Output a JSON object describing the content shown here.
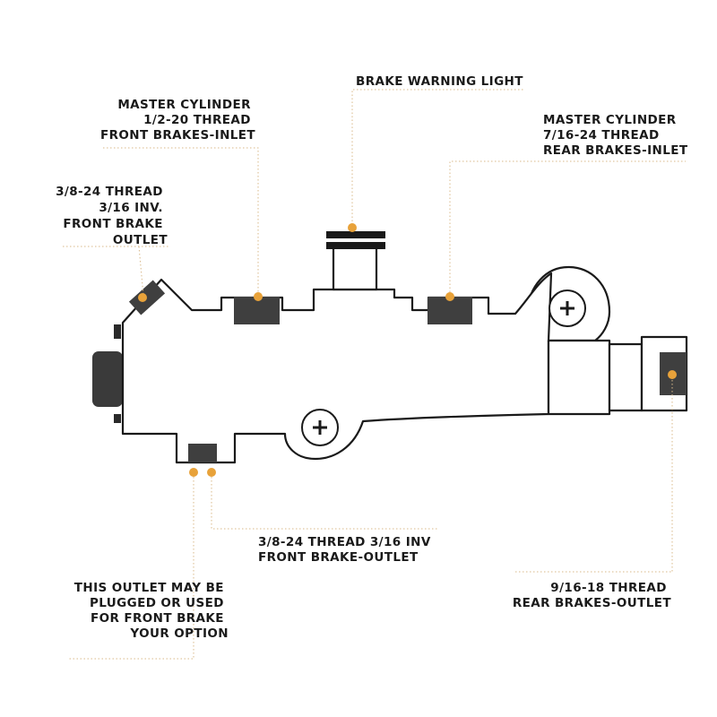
{
  "labels": {
    "brake_warning_light": [
      "BRAKE WARNING LIGHT"
    ],
    "master_front": [
      "MASTER CYLINDER",
      "1/2-20 THREAD",
      "FRONT BRAKES-INLET"
    ],
    "master_rear": [
      "MASTER CYLINDER",
      "7/16-24 THREAD",
      "REAR BRAKES-INLET"
    ],
    "front_brake_outlet_left": [
      "3/8-24 THREAD",
      "3/16 INV.",
      "FRONT BRAKE",
      "OUTLET"
    ],
    "front_brake_outlet_bottom": [
      "3/8-24 THREAD 3/16 INV",
      "FRONT BRAKE-OUTLET"
    ],
    "optional_outlet": [
      "THIS OUTLET MAY BE",
      "PLUGGED OR USED",
      "FOR FRONT BRAKE",
      "YOUR OPTION"
    ],
    "rear_brakes_outlet": [
      "9/16-18 THREAD",
      "REAR BRAKES-OUTLET"
    ]
  },
  "colors": {
    "marker": "#e8a23a",
    "leader": "#d9b98a",
    "outline": "#1a1a1a",
    "port": "#3f3f3f"
  },
  "icons": [
    "plus-screw-icon",
    "plus-screw-icon"
  ]
}
